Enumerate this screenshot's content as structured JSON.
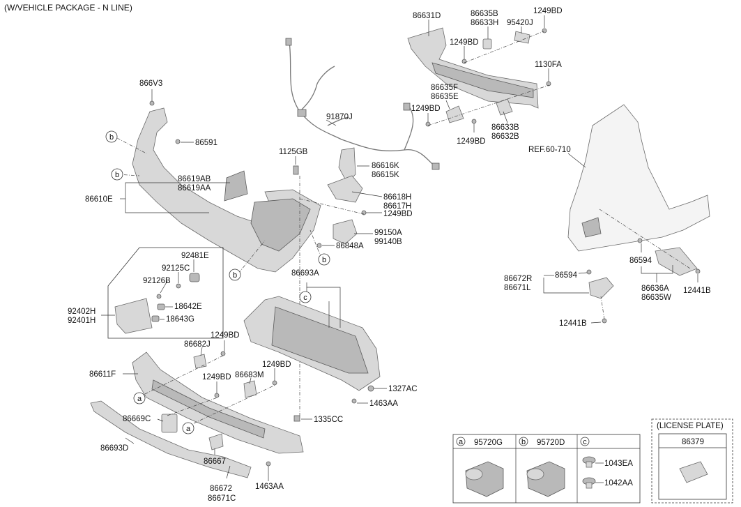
{
  "header": {
    "title": "(W/VEHICLE PACKAGE - N LINE)"
  },
  "labels": {
    "p86631D": "86631D",
    "p86635B": "86635B",
    "p86633H": "86633H",
    "p95420J": "95420J",
    "p1249BD_a": "1249BD",
    "p1249BD_b": "1249BD",
    "p1130FA": "1130FA",
    "p86635F": "86635F",
    "p86635E": "86635E",
    "p1249BD_c": "1249BD",
    "p86633B": "86633B",
    "p86632B": "86632B",
    "p1249BD_d": "1249BD",
    "p91870J": "91870J",
    "p866V3": "866V3",
    "p86591": "86591",
    "p1125GB": "1125GB",
    "p86616K": "86616K",
    "p86615K": "86615K",
    "p86619AB": "86619AB",
    "p86619AA": "86619AA",
    "p86610E": "86610E",
    "p86618H": "86618H",
    "p86617H": "86617H",
    "p1249BD_e": "1249BD",
    "p99150A": "99150A",
    "p99140B": "99140B",
    "p86848A": "86848A",
    "pREF": "REF.60-710",
    "p92481E": "92481E",
    "p92125C": "92125C",
    "p92126B": "92126B",
    "p92402H": "92402H",
    "p92401H": "92401H",
    "p18642E": "18642E",
    "p18643G": "18643G",
    "p86693A": "86693A",
    "p86672R": "86672R",
    "p86671L": "86671L",
    "p86594_a": "86594",
    "p86594_b": "86594",
    "p86636A": "86636A",
    "p86635W": "86635W",
    "p12441B_a": "12441B",
    "p12441B_b": "12441B",
    "p1249BD_f": "1249BD",
    "p86682J": "86682J",
    "p86611F": "86611F",
    "p1249BD_g": "1249BD",
    "p1249BD_h": "1249BD",
    "p86683M": "86683M",
    "p1327AC": "1327AC",
    "p1463AA_a": "1463AA",
    "p1335CC": "1335CC",
    "p86669C": "86669C",
    "p86693D": "86693D",
    "p86667": "86667",
    "p86672": "86672",
    "p86671C": "86671C",
    "p1463AA_b": "1463AA"
  },
  "callouts": {
    "a": "a",
    "b": "b",
    "c": "c"
  },
  "legend": {
    "a_part": "95720G",
    "b_part": "95720D",
    "c_part1": "1043EA",
    "c_part2": "1042AA"
  },
  "license_plate": {
    "title": "(LICENSE PLATE)",
    "part": "86379"
  }
}
